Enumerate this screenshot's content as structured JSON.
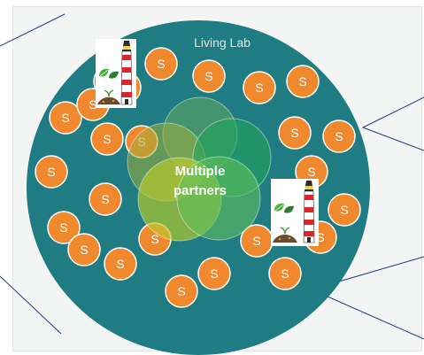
{
  "diagram": {
    "title": "Living Lab",
    "center_label_line1": "Multiple",
    "center_label_line2": "partners",
    "node_letter": "S",
    "node_count": 26,
    "icon_groups": [
      {
        "icons": [
          "lighthouse-icon",
          "plant-leaves-icon",
          "soil-sprout-icon"
        ]
      },
      {
        "icons": [
          "lighthouse-icon",
          "plant-leaves-icon",
          "soil-sprout-icon"
        ]
      }
    ]
  },
  "colors": {
    "background": "#f3f4f4",
    "circle": "#1f7c82",
    "node": "#f0882e",
    "node_stroke": "#ffffff",
    "venn_fill": "#8bc34a",
    "connector_line": "#1f3a8a",
    "title_text": "#dbeceb"
  }
}
